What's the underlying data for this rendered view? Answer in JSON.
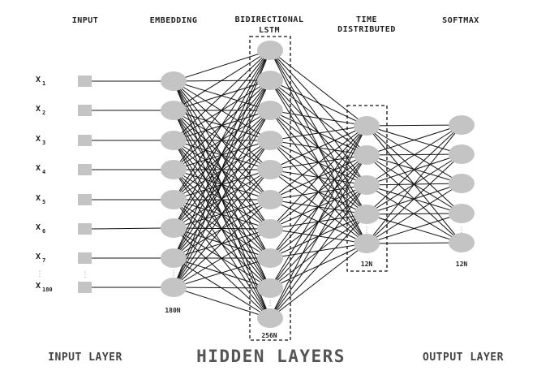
{
  "headers": {
    "input": "INPUT",
    "embedding": "EMBEDDING",
    "lstm_line1": "BIDIRECTIONAL",
    "lstm_line2": "LSTM",
    "time_line1": "TIME",
    "time_line2": "DISTRIBUTED",
    "softmax": "SOFTMAX"
  },
  "input_labels": [
    {
      "base": "X",
      "sub": "1"
    },
    {
      "base": "X",
      "sub": "2"
    },
    {
      "base": "X",
      "sub": "3"
    },
    {
      "base": "X",
      "sub": "4"
    },
    {
      "base": "X",
      "sub": "5"
    },
    {
      "base": "X",
      "sub": "6"
    },
    {
      "base": "X",
      "sub": "7"
    },
    {
      "base": "X",
      "sub": "180"
    }
  ],
  "counts": {
    "embedding": "180N",
    "lstm": "256N",
    "time_distributed": "12N",
    "softmax": "12N"
  },
  "footer": {
    "input_layer": "INPUT LAYER",
    "hidden_layers": "HIDDEN LAYERS",
    "output_layer": "OUTPUT LAYER"
  },
  "ellipsis": "⋮",
  "colors": {
    "node_fill": "#c4c4c4",
    "edge": "#111111",
    "box": "#111111"
  }
}
